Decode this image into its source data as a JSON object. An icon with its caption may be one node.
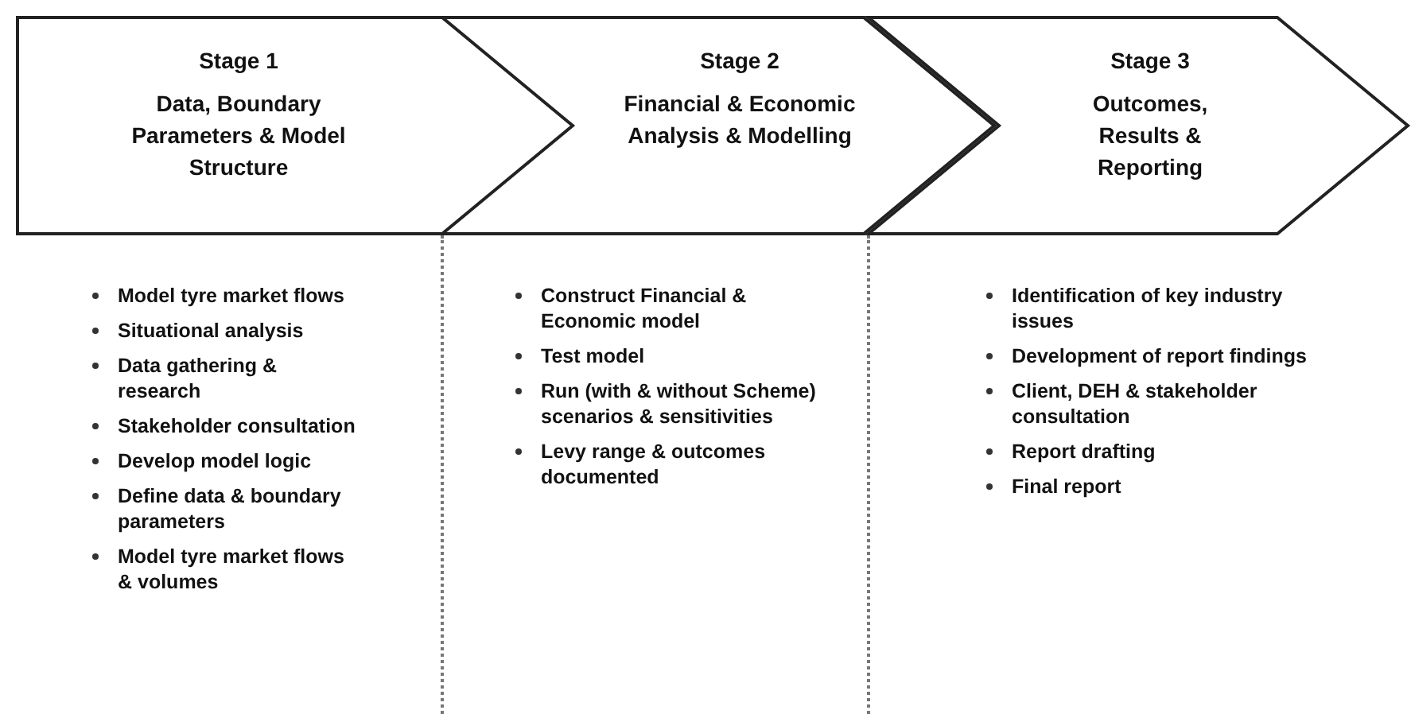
{
  "diagram": {
    "nodes": [
      {
        "text": [
          "Stage 1",
          "Data, Boundary Parameters & Model Structure"
        ],
        "beside": [
          "Model tyre market flows",
          "Situational analysis",
          "Data gathering & research",
          "Stakeholder consultation",
          "Develop model logic",
          "Define data & boundary parameters",
          "Model tyre market flows & volumes"
        ]
      },
      {
        "text": [
          "Stage 2",
          "Financial & Economic Analysis & Modelling"
        ],
        "beside": [
          "Construct Financial & Economic model",
          "Test model",
          "Run (with & without Scheme) scenarios & sensitivities",
          "Levy range & outcomes documented"
        ]
      },
      {
        "text": [
          "Stage 3",
          "Outcomes, Results & Reporting"
        ],
        "beside": [
          "Identification of key industry issues",
          "Development of report findings",
          "Client, DEH & stakeholder consultation",
          "Report drafting",
          "Final report"
        ]
      }
    ]
  }
}
